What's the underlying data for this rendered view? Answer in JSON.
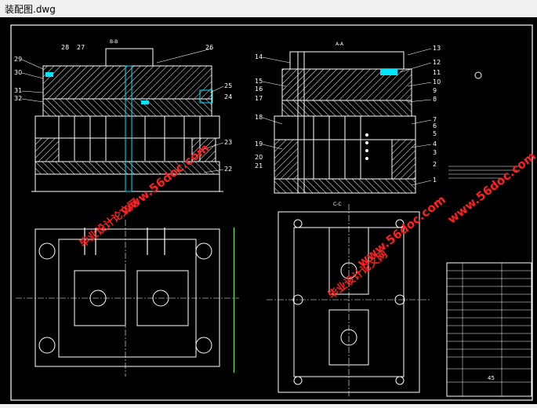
{
  "window": {
    "title": "装配图.dwg"
  },
  "view_labels": {
    "top_left": "B-B",
    "top_right": "A-A",
    "bottom_right": "C-C"
  },
  "callouts_left": [
    "29",
    "30",
    "31",
    "32",
    "28",
    "27",
    "26",
    "25",
    "24",
    "23",
    "22"
  ],
  "callouts_right": [
    "14",
    "15",
    "16",
    "17",
    "18",
    "19",
    "20",
    "21",
    "13",
    "12",
    "11",
    "10",
    "9",
    "8",
    "7",
    "6",
    "5",
    "4",
    "3",
    "2",
    "1"
  ],
  "watermarks": {
    "url": "www.56doc.com",
    "cn": "毕业设计论文网"
  },
  "title_block": {
    "scale": "45"
  },
  "colors": {
    "background": "#000000",
    "lines": "#ffffff",
    "dims": "#6ff06f",
    "accent": "#00e5ff",
    "watermark": "#ff2020"
  }
}
